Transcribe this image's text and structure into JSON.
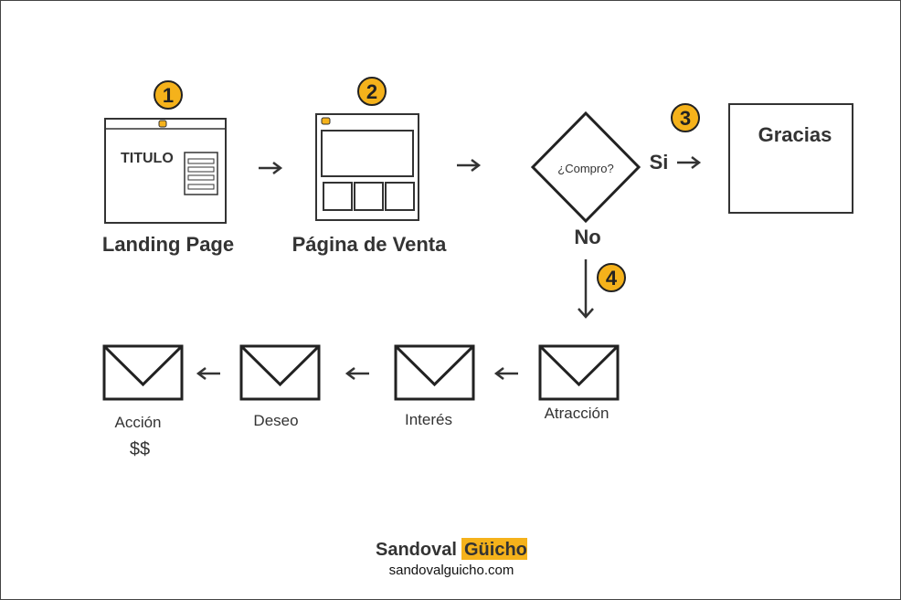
{
  "steps": {
    "landing": {
      "label": "Landing Page",
      "number": "1",
      "mock_title": "TITULO"
    },
    "sales": {
      "label": "Página de Venta",
      "number": "2"
    },
    "decision": {
      "question": "¿Compro?",
      "yes": "Si",
      "no": "No",
      "number": "3"
    },
    "thanks": {
      "label": "Gracias"
    },
    "email_branch_number": "4"
  },
  "emails": [
    {
      "label": "Atracción"
    },
    {
      "label": "Interés"
    },
    {
      "label": "Deseo"
    },
    {
      "label": "Acción",
      "sub": "$$"
    }
  ],
  "brand": {
    "name_part1": "Sandoval",
    "name_part2": "Güicho",
    "url": "sandovalguicho.com"
  },
  "colors": {
    "badge": "#f5b21b",
    "stroke": "#333333",
    "brand_highlight": "#f5b21b"
  }
}
